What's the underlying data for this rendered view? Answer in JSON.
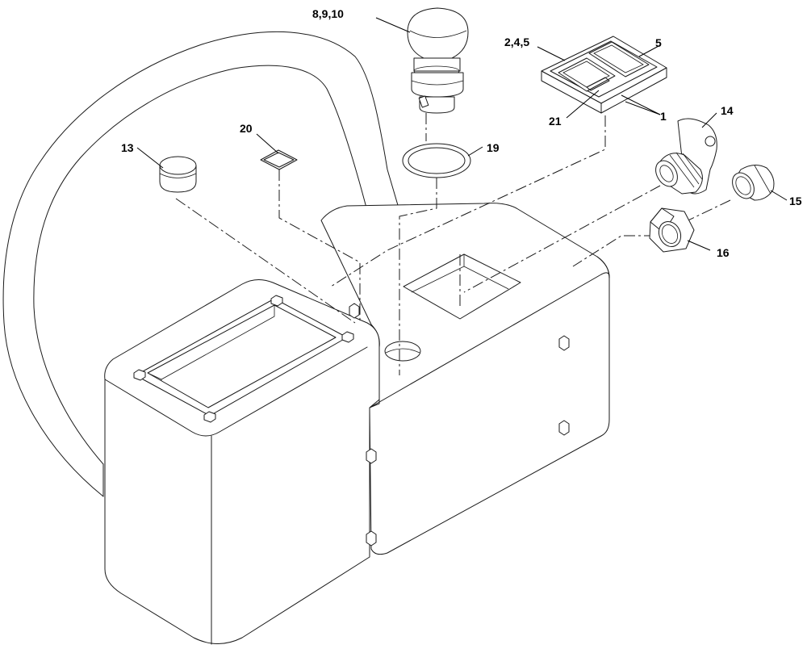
{
  "callouts": {
    "c_8_9_10": "8,9,10",
    "c_2_4_5": "2,4,5",
    "c_5": "5",
    "c_1": "1",
    "c_21": "21",
    "c_14": "14",
    "c_13": "13",
    "c_20": "20",
    "c_19": "19",
    "c_15": "15",
    "c_16": "16"
  }
}
